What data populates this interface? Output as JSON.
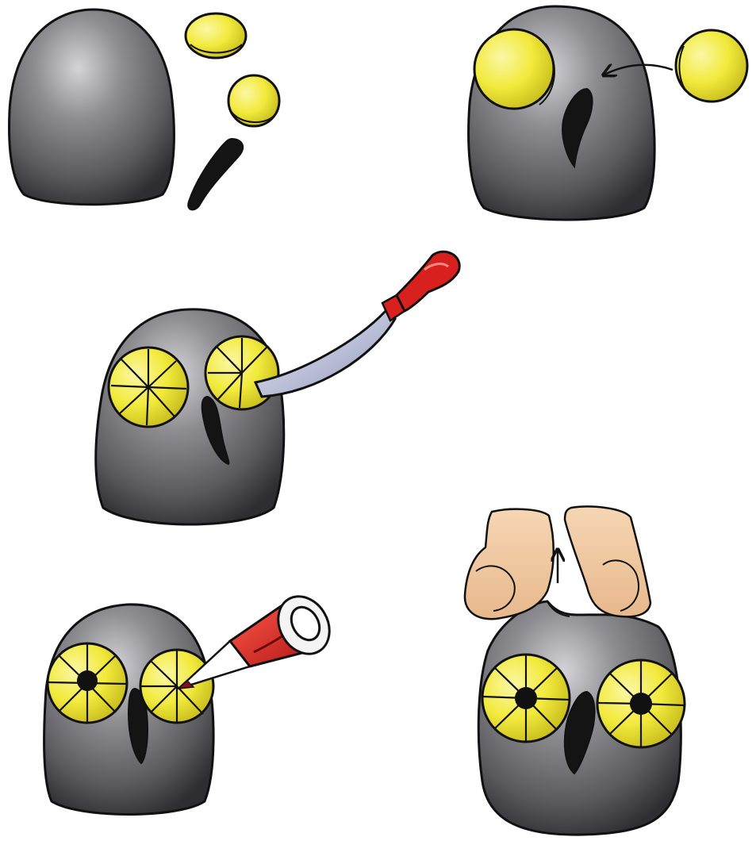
{
  "title": "",
  "colors": {
    "background": "#ffffff",
    "clay_body": "#6e6e72",
    "clay_highlight": "#d4d4d8",
    "clay_shadow": "#2e2e32",
    "eye_yellow": "#f2ea3c",
    "eye_yellow_light": "#fbf7a6",
    "beak_black": "#141414",
    "knife_handle": "#d8201e",
    "knife_blade": "#b8bcd8",
    "tube_red": "#d42020",
    "finger_skin": "#f0c8a0",
    "outline": "#111111"
  },
  "steps": [
    {
      "id": 1,
      "parts": [
        "clay-body",
        "eye-disc",
        "eye-disc",
        "beak-roll"
      ]
    },
    {
      "id": 2,
      "parts": [
        "clay-body",
        "eye-disc",
        "beak",
        "eye-disc",
        "arrow-icon"
      ]
    },
    {
      "id": 3,
      "parts": [
        "clay-body",
        "textured-eye",
        "textured-eye",
        "beak",
        "knife-icon"
      ]
    },
    {
      "id": 4,
      "parts": [
        "clay-body",
        "textured-eye",
        "textured-eye",
        "pupil",
        "beak",
        "paint-tube-icon"
      ]
    },
    {
      "id": 5,
      "parts": [
        "clay-body",
        "ear-tufts",
        "textured-eye",
        "textured-eye",
        "pupil",
        "pupil",
        "beak",
        "fingers-icon",
        "arrow-icon"
      ]
    }
  ]
}
